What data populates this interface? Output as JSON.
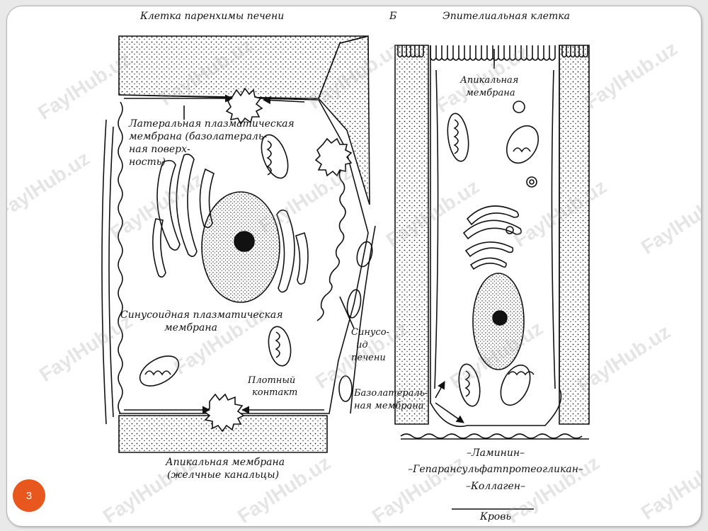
{
  "left_panel": {
    "title": "Клетка паренхимы печени",
    "lateral_membrane": {
      "line1": "Латеральная плазматическая",
      "line2": "мембрана (базолатераль-",
      "line3": "ная поверх-",
      "line4": "ность)"
    },
    "sinusoidal_membrane": {
      "line1": "Синусоидная плазматическая",
      "line2": "мембрана"
    },
    "tight_junction": {
      "line1": "Плотный",
      "line2": "контакт"
    },
    "sinusoid": {
      "line1": "Синусо-",
      "line2": "ид",
      "line3": "печени"
    },
    "apical_membrane": {
      "line1": "Апикальная мембрана",
      "line2": "(желчные канальцы)"
    }
  },
  "right_panel": {
    "letter": "Б",
    "title": "Эпителиальная клетка",
    "apical_membrane": {
      "line1": "Апикальная",
      "line2": "мембрана"
    },
    "basolateral_membrane": {
      "line1": "Базолатераль-",
      "line2": "ная мембрана"
    },
    "laminin": "–Ламинин–",
    "heparan": "–Гепарансульфатпротеогликан–",
    "collagen": "–Коллаген–",
    "blood": "Кровь"
  },
  "watermark": "FaylHub.uz",
  "page_number": "3",
  "colors": {
    "badge": "#e8571e",
    "ink": "#111111",
    "slide_border": "#b5b5b5"
  }
}
